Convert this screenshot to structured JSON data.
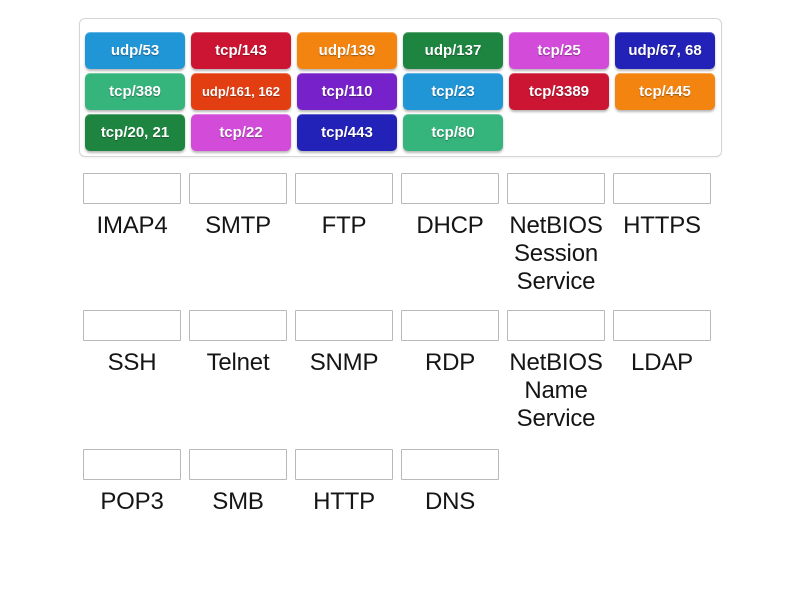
{
  "tray": {
    "name": "port-tiles-tray",
    "tiles": [
      {
        "label": "udp/53",
        "color": "#2196d6",
        "size": "md"
      },
      {
        "label": "tcp/143",
        "color": "#cc1533",
        "size": "md"
      },
      {
        "label": "udp/139",
        "color": "#f38410",
        "size": "md"
      },
      {
        "label": "udp/137",
        "color": "#1d8540",
        "size": "md"
      },
      {
        "label": "tcp/25",
        "color": "#d24bd9",
        "size": "md"
      },
      {
        "label": "udp/67, 68",
        "color": "#2222b8",
        "size": "md"
      },
      {
        "label": "tcp/389",
        "color": "#35b47c",
        "size": "md"
      },
      {
        "label": "udp/161, 162",
        "color": "#e33e12",
        "size": "sm"
      },
      {
        "label": "tcp/110",
        "color": "#7621c9",
        "size": "md"
      },
      {
        "label": "tcp/23",
        "color": "#2196d6",
        "size": "md"
      },
      {
        "label": "tcp/3389",
        "color": "#cc1533",
        "size": "md"
      },
      {
        "label": "tcp/445",
        "color": "#f38410",
        "size": "md"
      },
      {
        "label": "tcp/20, 21",
        "color": "#1d8540",
        "size": "md"
      },
      {
        "label": "tcp/22",
        "color": "#d24bd9",
        "size": "md"
      },
      {
        "label": "tcp/443",
        "color": "#2222b8",
        "size": "md"
      },
      {
        "label": "tcp/80",
        "color": "#35b47c",
        "size": "md"
      }
    ]
  },
  "answers": {
    "rows": [
      {
        "cells": [
          {
            "label": "IMAP4",
            "has_zone": true
          },
          {
            "label": "SMTP",
            "has_zone": true
          },
          {
            "label": "FTP",
            "has_zone": true
          },
          {
            "label": "DHCP",
            "has_zone": true
          },
          {
            "label": "NetBIOS Session Service",
            "has_zone": true
          },
          {
            "label": "HTTPS",
            "has_zone": true
          }
        ]
      },
      {
        "cells": [
          {
            "label": "SSH",
            "has_zone": true
          },
          {
            "label": "Telnet",
            "has_zone": true
          },
          {
            "label": "SNMP",
            "has_zone": true
          },
          {
            "label": "RDP",
            "has_zone": true
          },
          {
            "label": "NetBIOS Name Service",
            "has_zone": true
          },
          {
            "label": "LDAP",
            "has_zone": true
          }
        ]
      },
      {
        "cells": [
          {
            "label": "POP3",
            "has_zone": true
          },
          {
            "label": "SMB",
            "has_zone": true
          },
          {
            "label": "HTTP",
            "has_zone": true
          },
          {
            "label": "DNS",
            "has_zone": true
          },
          {
            "label": "",
            "has_zone": false
          },
          {
            "label": "",
            "has_zone": false
          }
        ]
      }
    ]
  },
  "theme": {
    "page_background": "#ffffff",
    "tray_border": "#d5d5d5",
    "dropzone_border": "#b9b9b9",
    "label_color": "#151515",
    "tile_text_color": "#ffffff"
  }
}
